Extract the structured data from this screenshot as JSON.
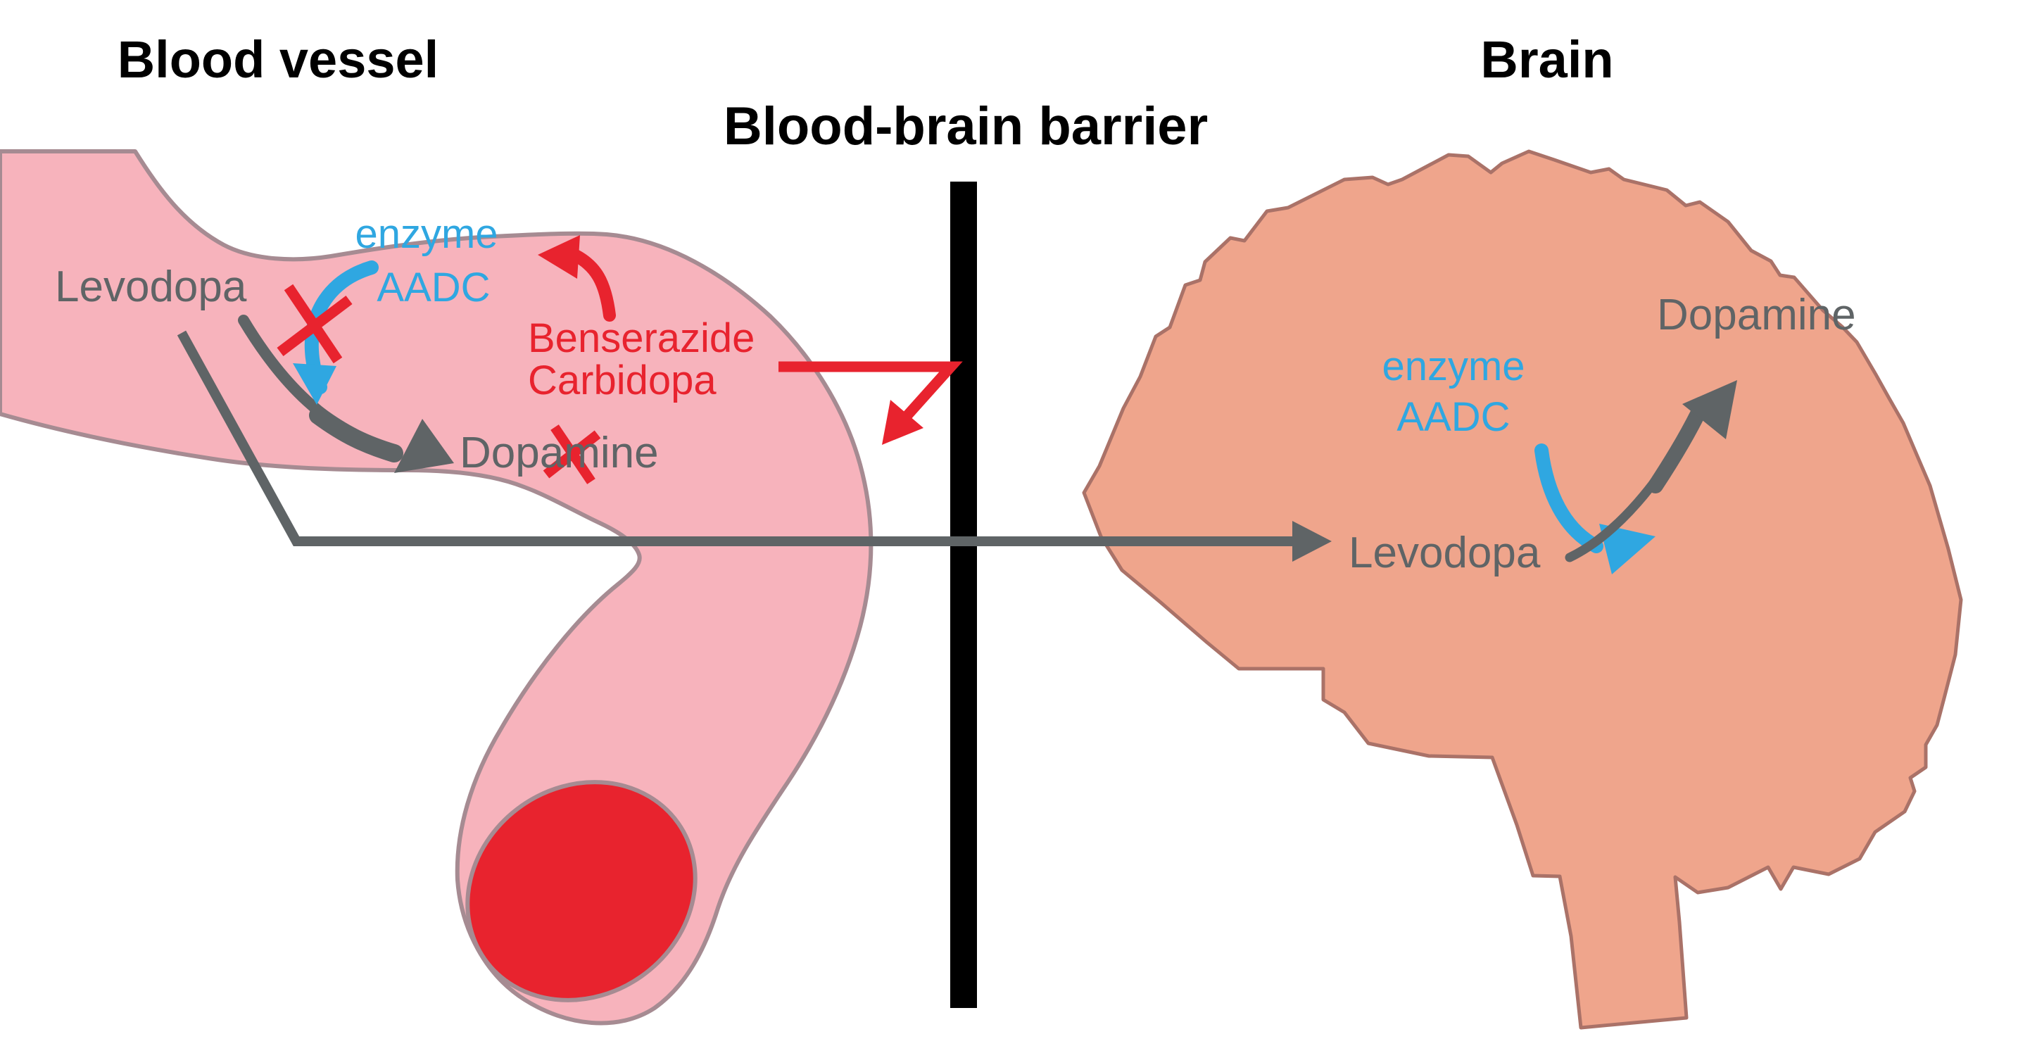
{
  "titles": {
    "vessel": "Blood vessel",
    "barrier": "Blood-brain barrier",
    "brain": "Brain"
  },
  "vessel_panel": {
    "levodopa": "Levodopa",
    "enzyme_line1": "enzyme",
    "enzyme_line2": "AADC",
    "inhibitor_line1": "Benserazide",
    "inhibitor_line2": "Carbidopa",
    "dopamine": "Dopamine"
  },
  "brain_panel": {
    "enzyme_line1": "enzyme",
    "enzyme_line2": "AADC",
    "levodopa": "Levodopa",
    "dopamine": "Dopamine"
  },
  "colors": {
    "vessel-pink": "#f7b3bc",
    "vessel-stroke": "#a68b92",
    "blood-red": "#e8232e",
    "brain-fill": "#efa58c",
    "brain-stroke": "#aa7268",
    "gray": "#5f6466",
    "blue": "#2fa7e1",
    "black": "#000000"
  }
}
